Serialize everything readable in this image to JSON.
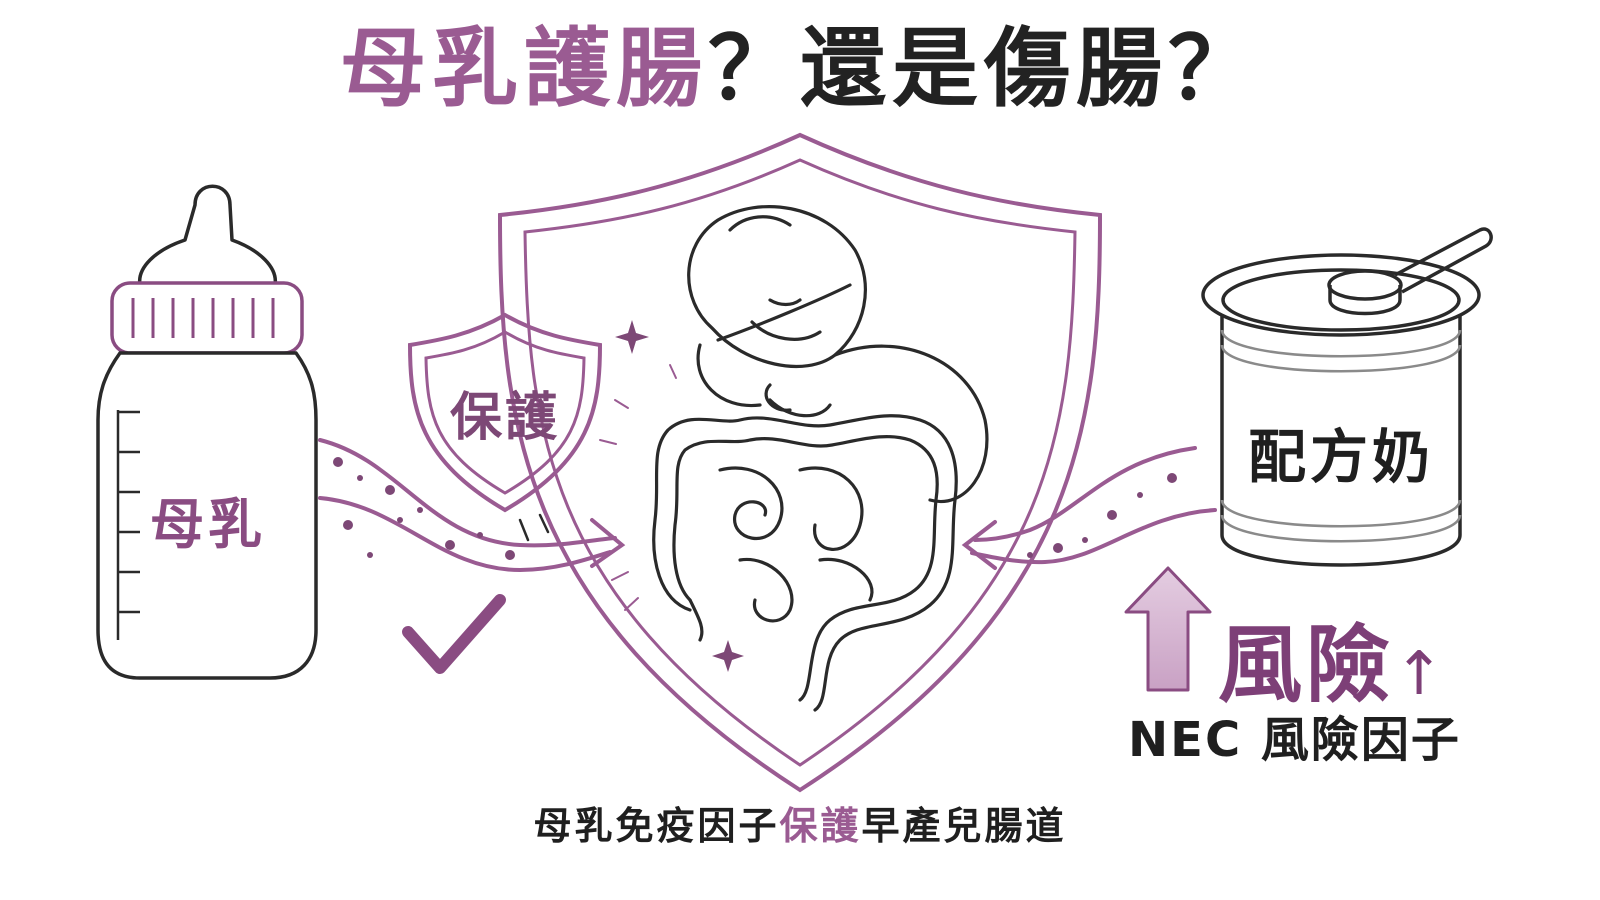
{
  "title": {
    "part1": "母乳護腸",
    "q1": "？",
    "part2": "還是傷腸",
    "q2": "？"
  },
  "bottle": {
    "label": "母乳"
  },
  "shield": {
    "label": "保護"
  },
  "can": {
    "label": "配方奶"
  },
  "risk": {
    "label": "風險",
    "arrow": "↑",
    "subtitle": "NEC 風險因子"
  },
  "caption": {
    "before": "母乳免疫因子",
    "highlight": "保護",
    "after": "早產兒腸道"
  },
  "colors": {
    "accent": "#9a5b92",
    "accent_light": "#c9a1c4",
    "ink": "#222222"
  }
}
